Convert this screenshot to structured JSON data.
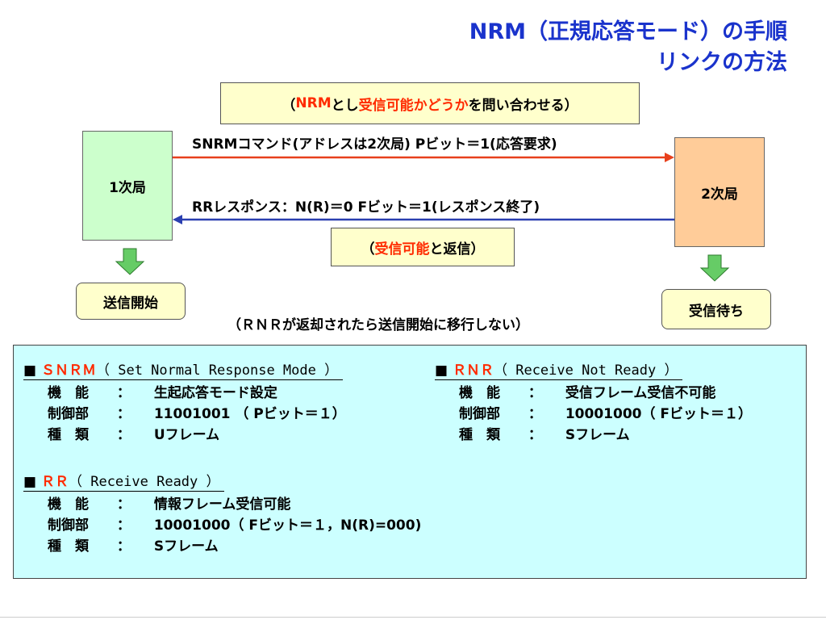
{
  "title": {
    "line1": "NRM（正規応答モード）の手順",
    "line2": "リンクの方法"
  },
  "query_box": {
    "open": "（",
    "nrm": "NRM",
    "toshi": "とし",
    "red_text": "受信可能かどうか",
    "rest": "を問い合わせる）"
  },
  "primary_station": "1次局",
  "secondary_station": "2次局",
  "snrm_arrow_label": "SNRMコマンド(アドレスは2次局) Pビット＝1(応答要求)",
  "rr_arrow_label": "RRレスポンス：N(R)＝0  Fビット＝1(レスポンス終了)",
  "reply_box": {
    "open": "（",
    "red_text": "受信可能",
    "rest": "と返信）"
  },
  "start_send": "送信開始",
  "wait_receive": "受信待ち",
  "rnr_note": "（ＲＮＲが返却されたら送信開始に移行しない）",
  "colors": {
    "title": "#1a33cc",
    "red": "#ff2a00",
    "arrow_red": "#e8401c",
    "arrow_blue": "#2a3fb0",
    "primary_fill": "#ccffcc",
    "secondary_fill": "#ffcc99",
    "note_fill": "#ffffcc",
    "panel_fill": "#ccffff",
    "down_arrow": "#66cc66"
  },
  "definitions": {
    "snrm": {
      "bullet": "■",
      "name": "ＳＮＲＭ",
      "full": "（ Set Normal Response Mode ）",
      "rows": [
        {
          "label": "機　能",
          "sep": "：",
          "value": "生起応答モード設定"
        },
        {
          "label": "制御部",
          "sep": "：",
          "value": "11001001 （ Pビット＝１）"
        },
        {
          "label": "種　類",
          "sep": "：",
          "value": "Uフレーム"
        }
      ]
    },
    "rnr": {
      "bullet": "■",
      "name": "ＲＮＲ",
      "full": "（ Receive Not Ready ）",
      "rows": [
        {
          "label": "機　能",
          "sep": "：",
          "value": "受信フレーム受信不可能"
        },
        {
          "label": "制御部",
          "sep": "：",
          "value": "10001000（ Fビット＝１）"
        },
        {
          "label": "種　類",
          "sep": "：",
          "value": "Sフレーム"
        }
      ]
    },
    "rr": {
      "bullet": "■",
      "name": "ＲＲ",
      "full": "（ Receive Ready ）",
      "rows": [
        {
          "label": "機　能",
          "sep": "：",
          "value": "情報フレーム受信可能"
        },
        {
          "label": "制御部",
          "sep": "：",
          "value": "10001000（ Fビット＝１，N(R)=000)"
        },
        {
          "label": "種　類",
          "sep": "：",
          "value": "Sフレーム"
        }
      ]
    }
  }
}
